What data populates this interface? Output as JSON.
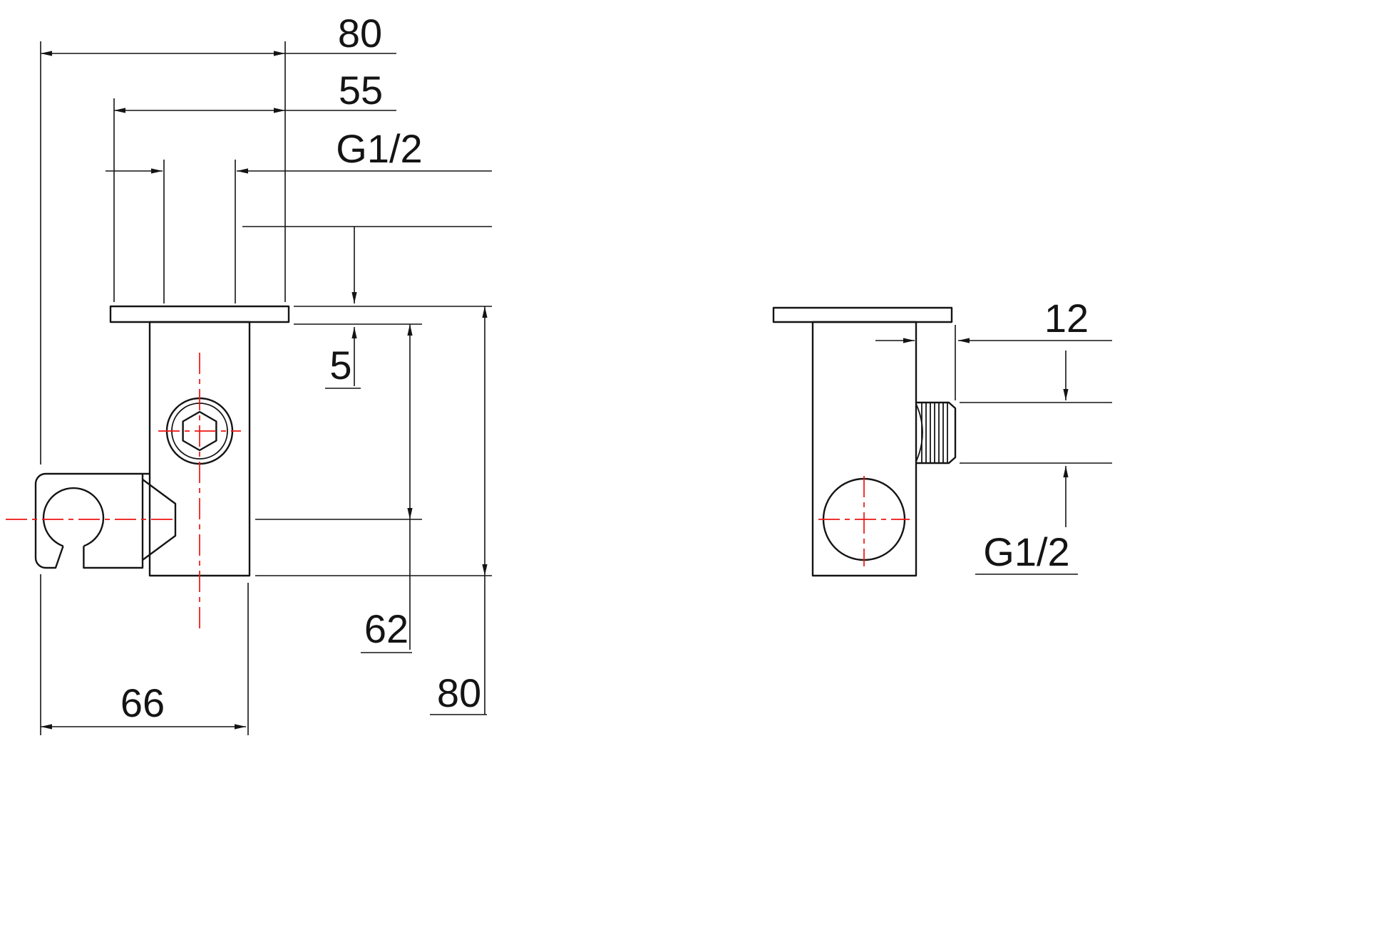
{
  "drawing": {
    "background": "#ffffff",
    "line_color": "#141414",
    "centerline_color": "#ee1410",
    "front_view": {
      "dim_overall_width": "80",
      "dim_flange_width": "55",
      "dim_inlet_thread": "G1/2",
      "dim_flange_thickness": "5",
      "dim_clip_center_offset": "62",
      "dim_overall_height": "80",
      "dim_clip_reach": "66"
    },
    "side_view": {
      "dim_nipple_length": "12",
      "dim_outlet_thread": "G1/2"
    }
  }
}
